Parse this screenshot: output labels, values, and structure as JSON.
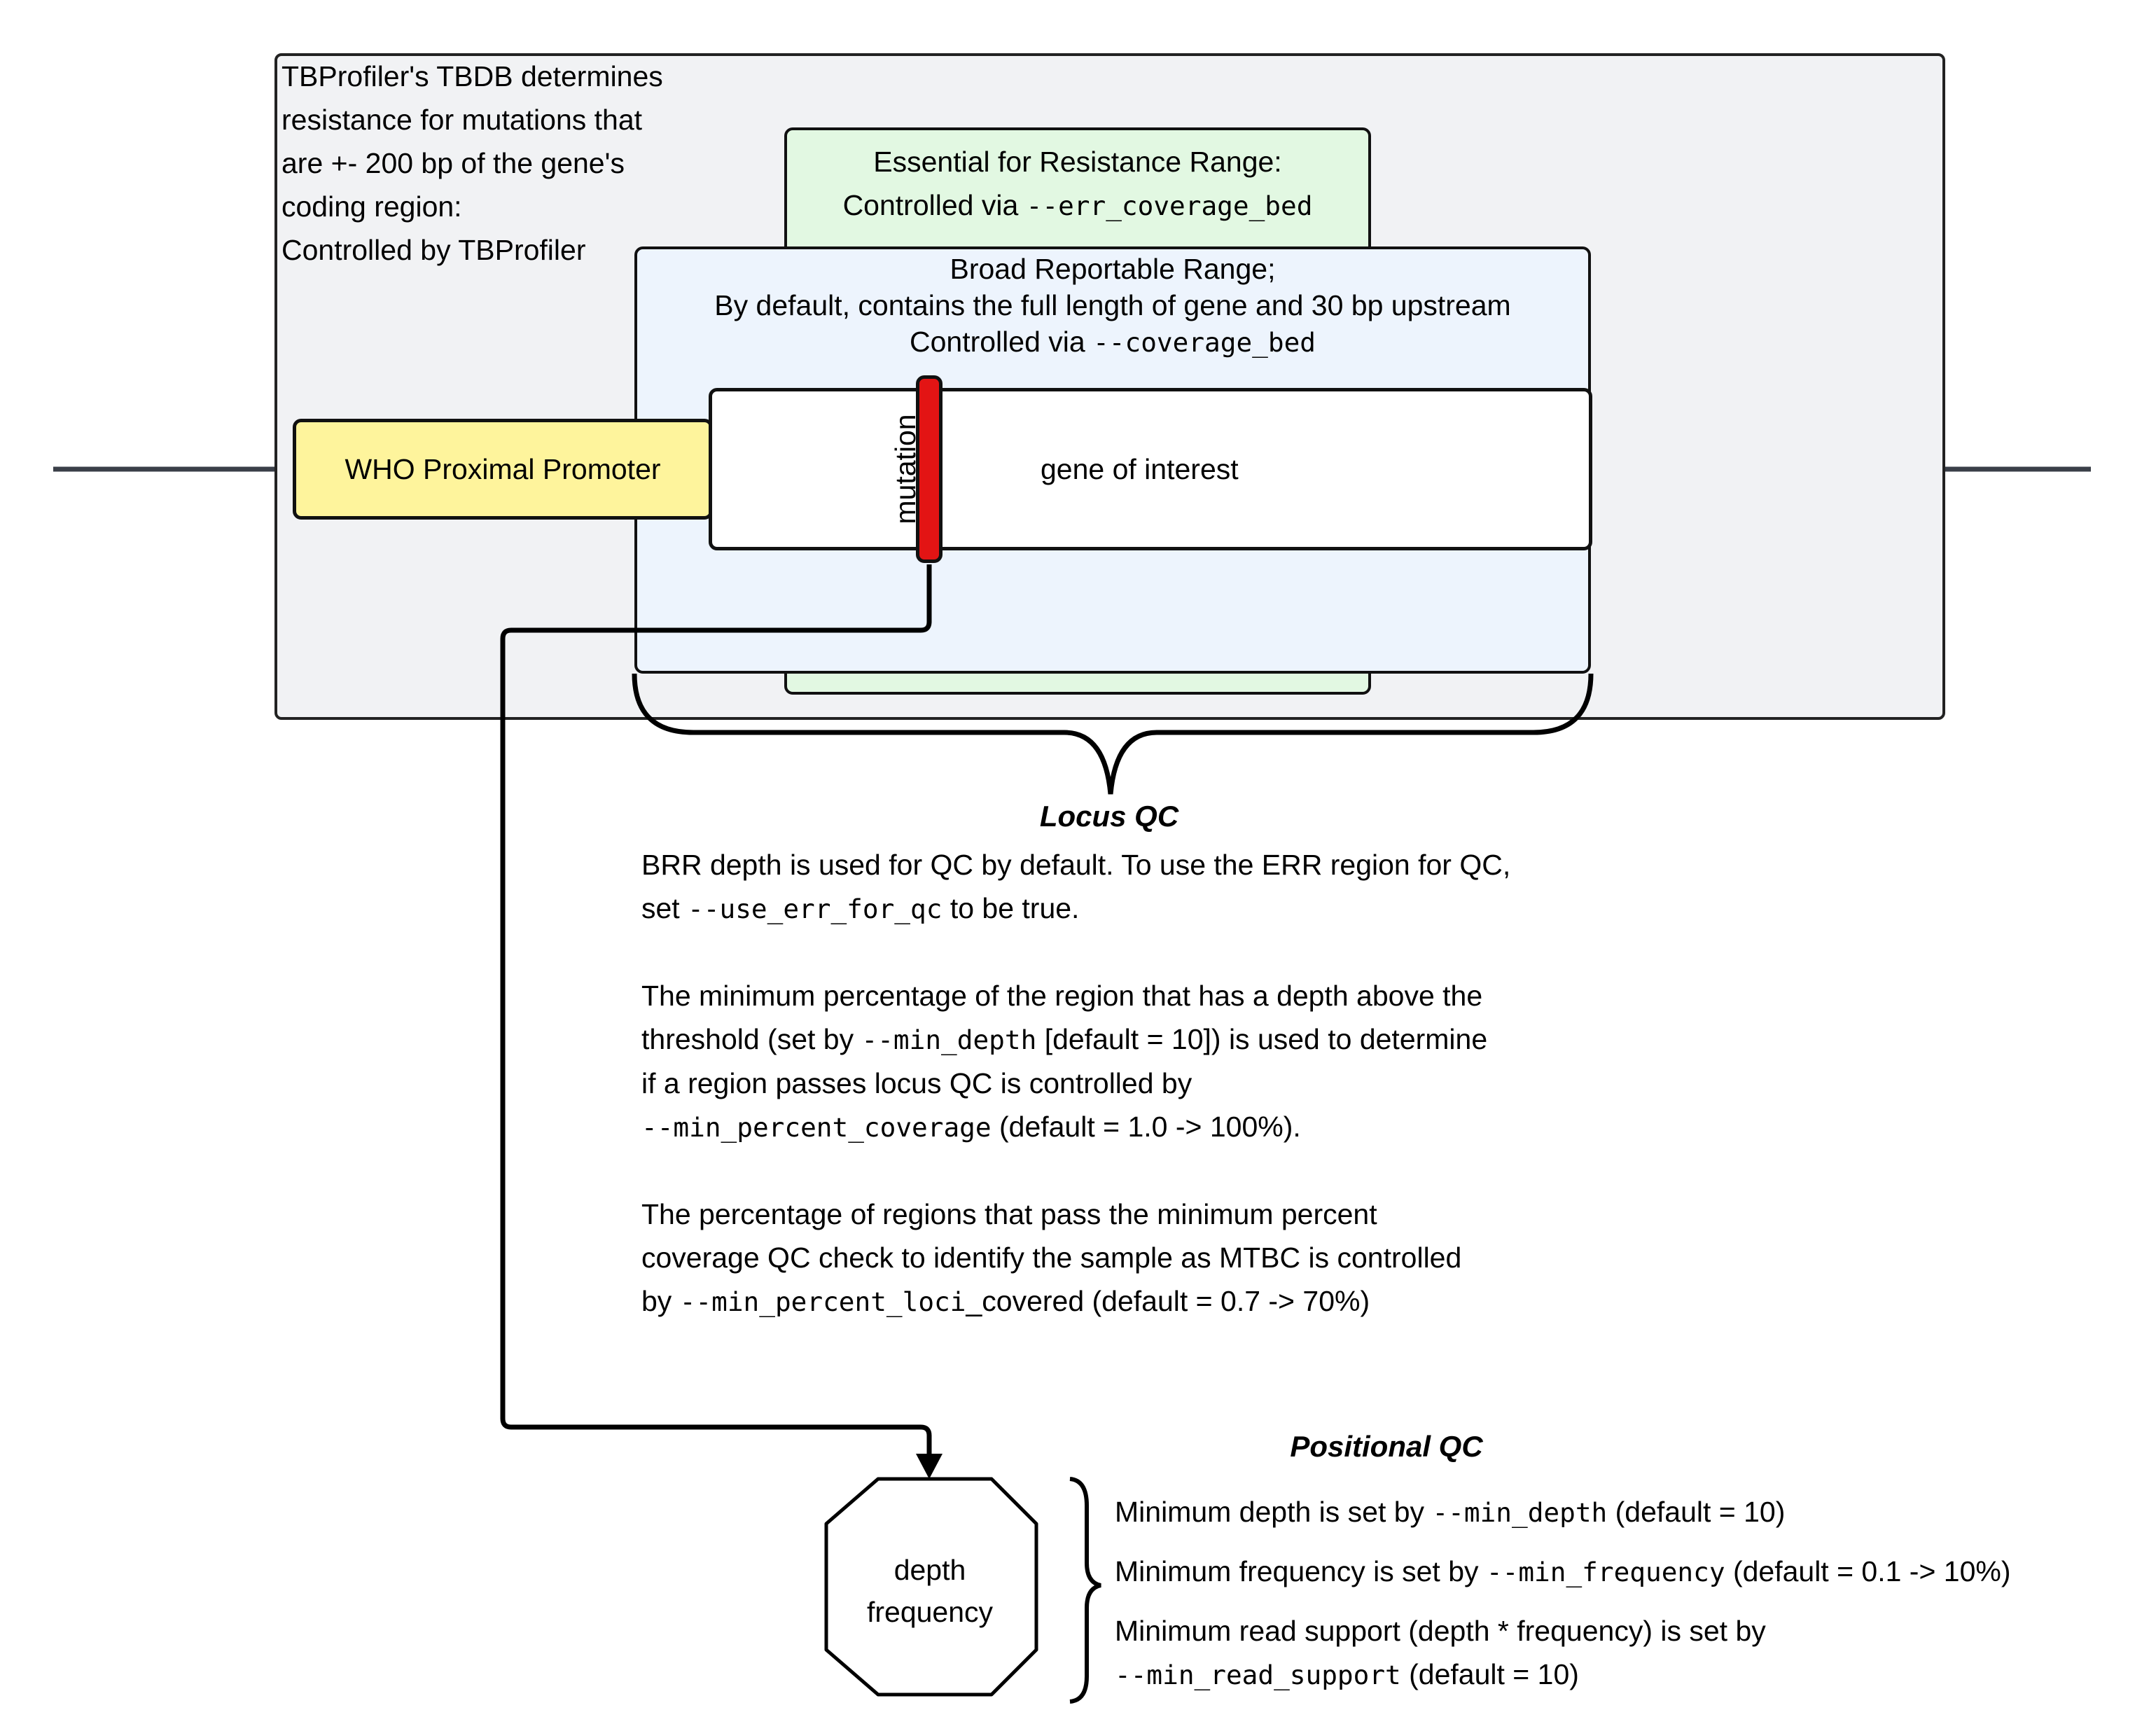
{
  "tbdb_note": {
    "lines": [
      "TBProfiler's TBDB determines",
      "resistance for mutations that",
      "are +- 200 bp of the gene's",
      "coding region:",
      "Controlled by TBProfiler"
    ]
  },
  "err_region": {
    "title": "Essential for Resistance Range:",
    "control_prefix": "Controlled via ",
    "control_flag": "--err_coverage_bed",
    "fill_color": "#e2f8e2"
  },
  "brr_region": {
    "title": "Broad Reportable Range;",
    "description": "By default, contains the full length of gene and 30 bp upstream",
    "control_prefix": "Controlled via ",
    "control_flag": "--coverage_bed",
    "fill_color": "#edf4fd"
  },
  "promoter": {
    "label": "WHO Proximal Promoter",
    "fill_color": "#fef49c"
  },
  "gene": {
    "label": "gene of interest"
  },
  "mutation": {
    "label": "mutation",
    "fill_color": "#e31414"
  },
  "locus_qc": {
    "title": "Locus QC",
    "p1": {
      "line1": "BRR depth is used for QC by default. To use the ERR region for QC,",
      "line2_prefix": "set ",
      "line2_flag": "--use_err_for_qc",
      "line2_suffix": " to be true."
    },
    "p2": {
      "line1": "The minimum percentage of the region that has a depth above the",
      "line2_prefix": "threshold (set by ",
      "line2_flag": "--min_depth",
      "line2_suffix": " [default = 10]) is used to determine",
      "line3": "if a region passes locus QC is controlled by",
      "line4_flag": "--min_percent_coverage",
      "line4_suffix": " (default = 1.0 -> 100%)."
    },
    "p3": {
      "line1": "The percentage of regions that pass the minimum percent",
      "line2": "coverage QC check to identify the sample as MTBC is controlled",
      "line3_prefix": "by ",
      "line3_flag": "--min_percent_loci",
      "line3_mid": "_covered",
      "line3_suffix": " (default = 0.7 -> 70%)"
    }
  },
  "positional_qc": {
    "title": "Positional QC",
    "node_lines": [
      "depth",
      "frequency"
    ],
    "items": [
      {
        "prefix": "Minimum depth is set by ",
        "flag": "--min_depth",
        "suffix": " (default = 10)"
      },
      {
        "prefix": "Minimum frequency is set by ",
        "flag": "--min_frequency",
        "suffix": " (default = 0.1 -> 10%)"
      },
      {
        "prefix": "Minimum read support (depth * frequency) is set by",
        "flag": "--min_read_support",
        "suffix": " (default = 10)"
      }
    ]
  }
}
